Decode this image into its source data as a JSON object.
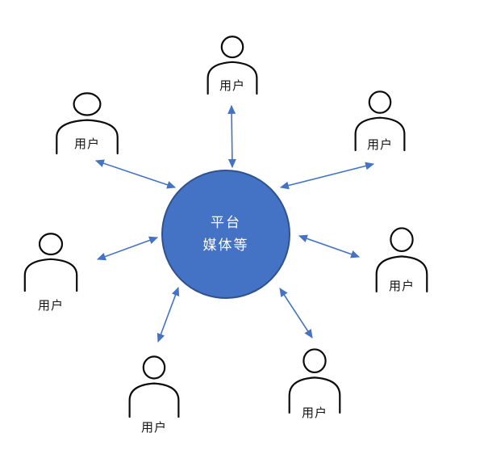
{
  "hub": {
    "label_line1": "平台",
    "label_line2": "媒体等",
    "fill_color": "#4472C4",
    "border_color": "#2F528F",
    "text_color": "#FFFFFF"
  },
  "users": [
    {
      "id": "top",
      "label": "用户"
    },
    {
      "id": "upper-left",
      "label": "用户"
    },
    {
      "id": "upper-right",
      "label": "用户"
    },
    {
      "id": "left",
      "label": "用户"
    },
    {
      "id": "right",
      "label": "用户"
    },
    {
      "id": "bottom-left",
      "label": "用户"
    },
    {
      "id": "bottom-right",
      "label": "用户"
    }
  ],
  "arrows": {
    "color": "#4472C4",
    "type": "double-headed",
    "connections": [
      {
        "from": "hub",
        "to": "user-top"
      },
      {
        "from": "hub",
        "to": "user-upper-left"
      },
      {
        "from": "hub",
        "to": "user-upper-right"
      },
      {
        "from": "hub",
        "to": "user-left"
      },
      {
        "from": "hub",
        "to": "user-right"
      },
      {
        "from": "hub",
        "to": "user-bottom-left"
      },
      {
        "from": "hub",
        "to": "user-bottom-right"
      }
    ]
  },
  "icons": {
    "person": "person-icon"
  }
}
